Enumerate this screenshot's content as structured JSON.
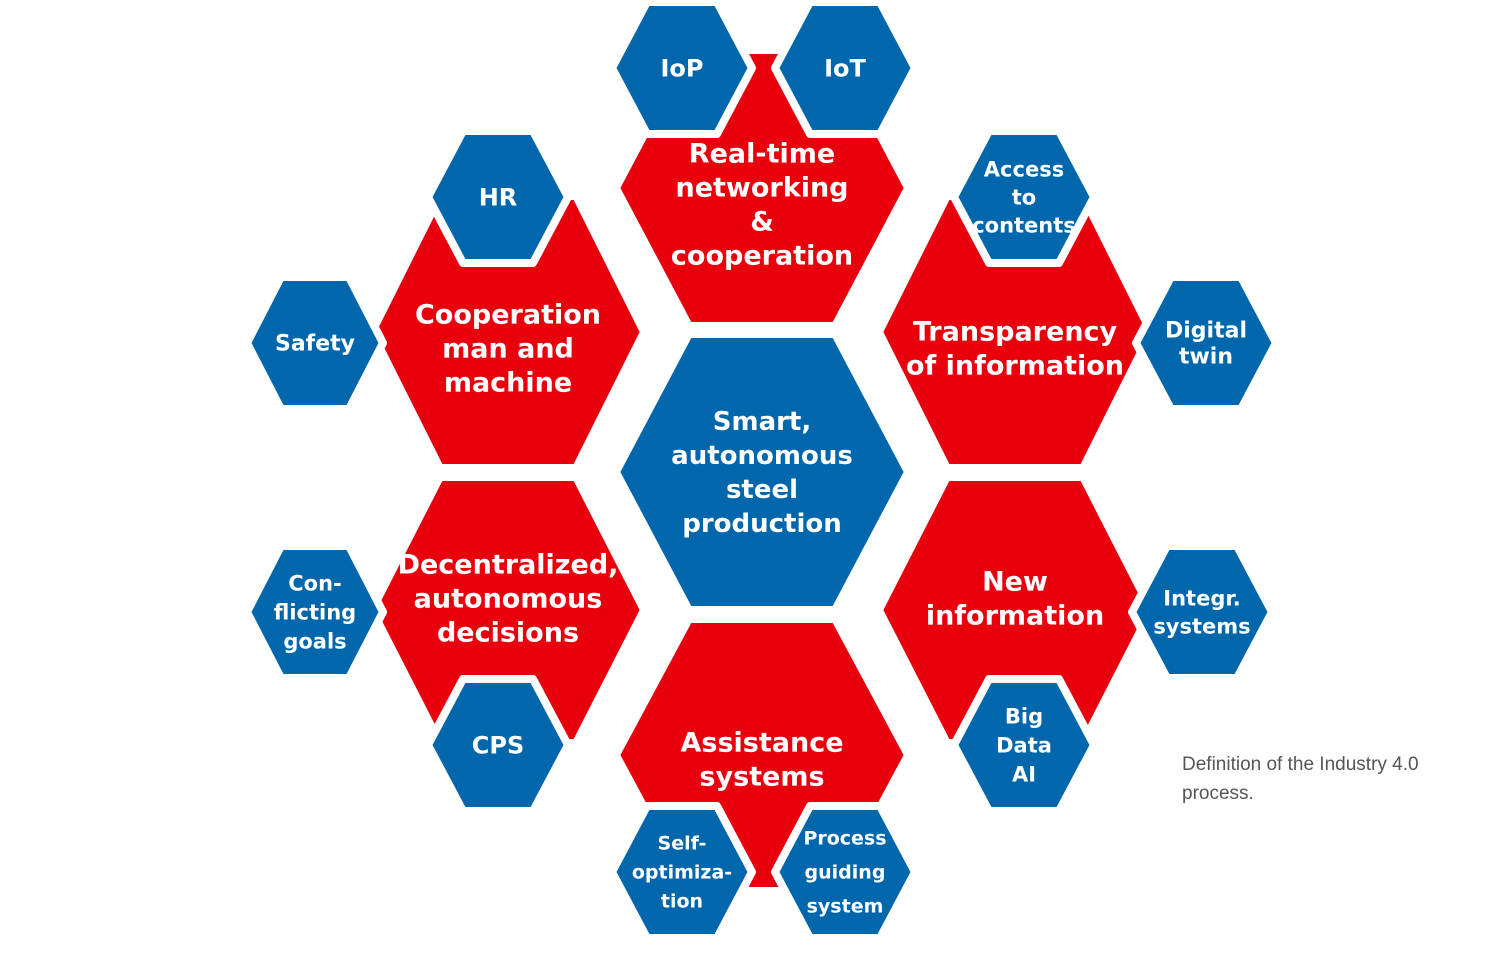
{
  "colors": {
    "red": "#e8000d",
    "blue": "#0067ad",
    "text": "#ffffff",
    "caption": "#555555"
  },
  "nodes": [
    {
      "id": "center",
      "color": "blue",
      "lines": [
        "Smart,",
        "autonomous",
        "steel",
        "production"
      ]
    },
    {
      "id": "realtime",
      "color": "red",
      "lines": [
        "Real-time",
        "networking",
        "&",
        "cooperation"
      ]
    },
    {
      "id": "cooperation",
      "color": "red",
      "lines": [
        "Cooperation",
        "man and",
        "machine"
      ]
    },
    {
      "id": "transparency",
      "color": "red",
      "lines": [
        "Transparency",
        "of information"
      ]
    },
    {
      "id": "decentralized",
      "color": "red",
      "lines": [
        "Decentralized,",
        "autonomous",
        "decisions"
      ]
    },
    {
      "id": "newinfo",
      "color": "red",
      "lines": [
        "New",
        "information"
      ]
    },
    {
      "id": "assistance",
      "color": "red",
      "lines": [
        "Assistance",
        "systems"
      ]
    },
    {
      "id": "iop",
      "color": "blue",
      "lines": [
        "IoP"
      ]
    },
    {
      "id": "iot",
      "color": "blue",
      "lines": [
        "IoT"
      ]
    },
    {
      "id": "hr",
      "color": "blue",
      "lines": [
        "HR"
      ]
    },
    {
      "id": "safety",
      "color": "blue",
      "lines": [
        "Safety"
      ]
    },
    {
      "id": "access",
      "color": "blue",
      "lines": [
        "Access",
        "to",
        "contents"
      ]
    },
    {
      "id": "digitaltwin",
      "color": "blue",
      "lines": [
        "Digital",
        "twin"
      ]
    },
    {
      "id": "conflicting",
      "color": "blue",
      "lines": [
        "Con-",
        "flicting",
        "goals"
      ]
    },
    {
      "id": "cps",
      "color": "blue",
      "lines": [
        "CPS"
      ]
    },
    {
      "id": "integr",
      "color": "blue",
      "lines": [
        "Integr.",
        "systems"
      ]
    },
    {
      "id": "bigdata",
      "color": "blue",
      "lines": [
        "Big",
        "Data",
        "AI"
      ]
    },
    {
      "id": "selfopt",
      "color": "blue",
      "lines": [
        "Self-",
        "optimiza-",
        "tion"
      ]
    },
    {
      "id": "processguiding",
      "color": "blue",
      "lines": [
        "Process",
        "guiding",
        "system"
      ]
    }
  ],
  "caption": "Definition of the Industry 4.0 process."
}
